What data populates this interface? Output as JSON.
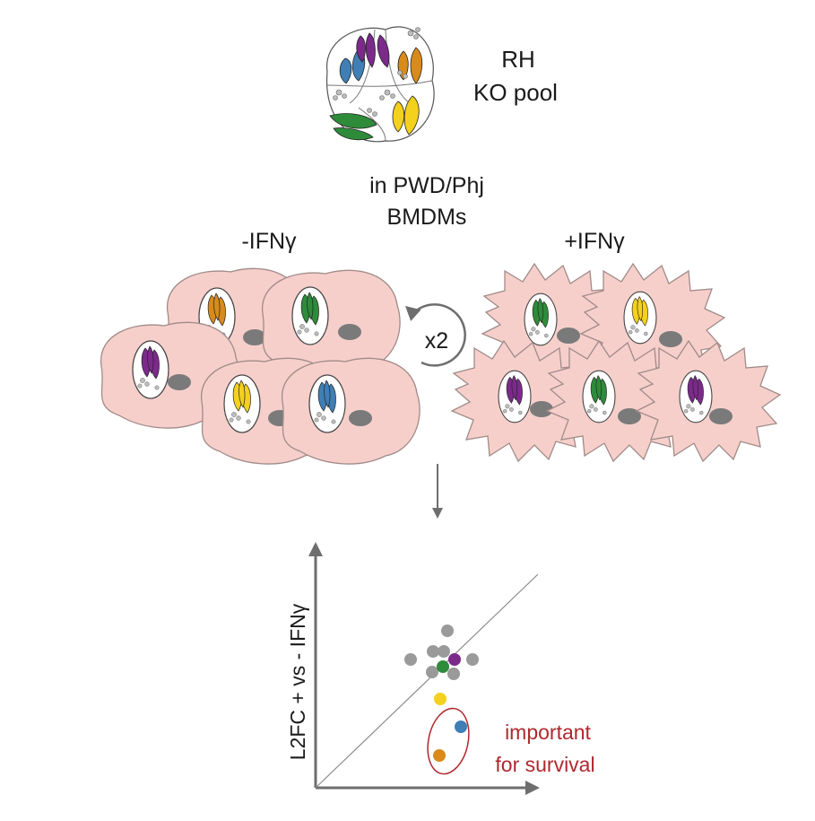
{
  "strain": {
    "line1": "RH",
    "line2": "KO pool"
  },
  "host": {
    "line1": "in PWD/Phj",
    "line2": "BMDMs"
  },
  "conditions": {
    "minus": "-IFNγ",
    "plus": "+IFNγ"
  },
  "passage": {
    "label": "x2"
  },
  "plot": {
    "ylabel": "L2FC + vs - IFNγ"
  },
  "annotation": {
    "line1": "important",
    "line2": "for survival"
  },
  "colors": {
    "cell_fill": "#f6cfcb",
    "cell_stroke": "#a08b88",
    "nucleus": "#7a7a7a",
    "purple": "#7b2a8a",
    "orange": "#d88a1a",
    "green": "#2e8b3a",
    "yellow": "#f3d11c",
    "blue": "#3f7fb5",
    "gray_point": "#9a9a9a",
    "annotation_red": "#b0282e",
    "axis": "#6e6e6e"
  },
  "icons": [
    "parasite-rosette-icon",
    "macrophage-cell-icon",
    "activated-macrophage-icon",
    "cycle-arrow-icon",
    "down-arrow-icon"
  ]
}
